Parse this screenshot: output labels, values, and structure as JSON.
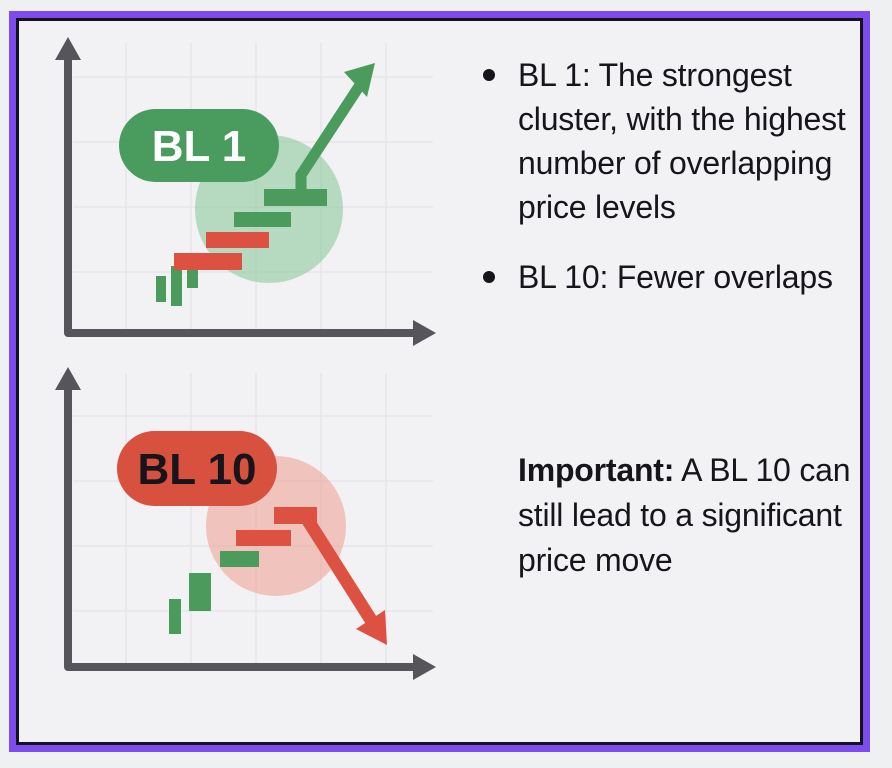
{
  "panel": {
    "bullets": [
      "BL 1: The strongest cluster, with the highest number of overlapping price levels",
      "BL 10: Fewer overlaps"
    ],
    "note": {
      "lead": "Important:",
      "text": " A BL 10 can still lead to a significant price move"
    }
  },
  "charts": [
    {
      "label": "BL 1",
      "meaning": "strongest cluster",
      "trend_arrow": "up",
      "pill_bg": "#4a9c5e",
      "pill_text_color": "#ffffff",
      "halo_color": "#85c796",
      "bars_bottom_to_top": [
        "green-candle",
        "green-candle",
        "green-candle",
        "red-bar",
        "red-bar",
        "green-bar",
        "green-bar"
      ]
    },
    {
      "label": "BL 10",
      "meaning": "fewer overlaps",
      "trend_arrow": "down",
      "pill_bg": "#d8503e",
      "pill_text_color": "#15151b",
      "halo_color": "#ef9e90",
      "bars_bottom_to_top": [
        "green-candle",
        "green-candle",
        "green-bar",
        "red-bar",
        "red-bar"
      ]
    }
  ],
  "palette": {
    "frame_border": "#7d4bee",
    "frame_inner_line": "#14131b",
    "panel_background": "#f2f1f3",
    "page_background": "#eef0f1",
    "axis": "#55555b",
    "bullish_green": "#4a9b5c",
    "bearish_red": "#dc5142",
    "text": "#15151b",
    "grid": "#e7e6ea"
  }
}
